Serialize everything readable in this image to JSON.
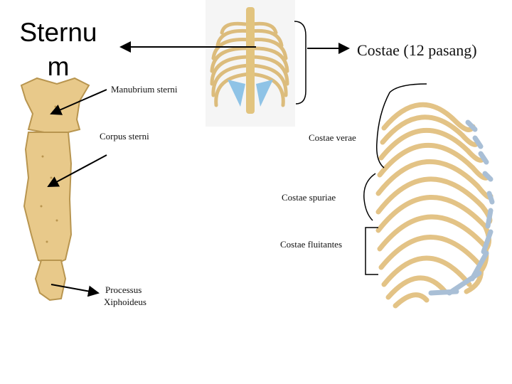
{
  "title": "Sternu m",
  "labels": {
    "costae_title": "Costae (12 pasang)",
    "manubrium": "Manubrium sterni",
    "corpus": "Corpus sterni",
    "processus_line1": "Processus",
    "processus_line2": "Xiphoideus",
    "verae": "Costae verae",
    "spuriae": "Costae spuriae",
    "fluitantes": "Costae fluitantes"
  },
  "colors": {
    "bone": "#e8c98a",
    "bone_shadow": "#b8954f",
    "cartilage": "#8fc3e6",
    "cartilage_rib": "#a9bfd6",
    "line": "#000000"
  }
}
